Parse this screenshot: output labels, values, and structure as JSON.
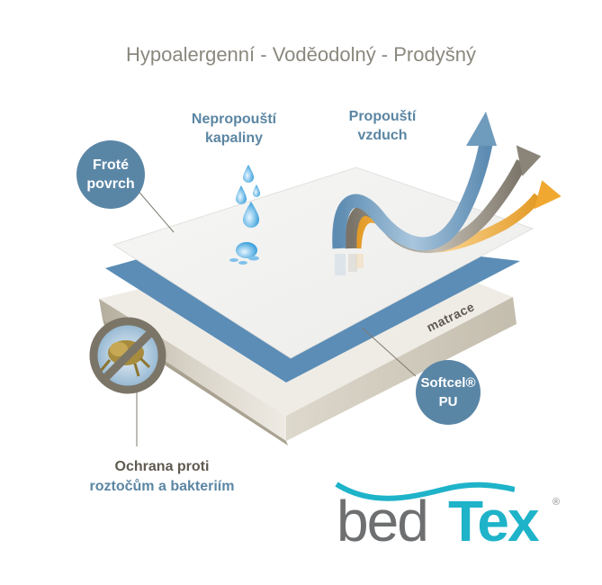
{
  "title": "Hypoalergenní - Voděodolný - Prodyšný",
  "labels": {
    "waterproof": {
      "line1": "Nepropouští",
      "line2": "kapaliny"
    },
    "breathable": {
      "line1": "Propouští",
      "line2": "vzduch"
    },
    "terry_surface": {
      "line1": "Froté",
      "line2": "povrch"
    },
    "softcel": {
      "line1": "Softcel®",
      "line2": "PU"
    },
    "mattress": "matrace",
    "protection": {
      "line1": "Ochrana proti",
      "line2": "roztočům a bakteriím"
    }
  },
  "logo": {
    "part1": "bed",
    "part2": "Tex",
    "registered": "®"
  },
  "colors": {
    "bubble": "#5a86a6",
    "label_blue": "#5b86a3",
    "title_gray": "#8a887e",
    "mattress_beige": "#c9c3b5",
    "pu_layer": "#5b8db6",
    "arrow_blue": "#6f9bbd",
    "arrow_gray": "#8b8478",
    "arrow_orange": "#f0a830",
    "logo_gray": "#6e6f70",
    "logo_teal": "#1eb3c9"
  },
  "icons": {
    "water_drops": "water-drops-icon",
    "air_arrows": "air-flow-arrows-icon",
    "no_mites": "no-dust-mites-icon"
  }
}
